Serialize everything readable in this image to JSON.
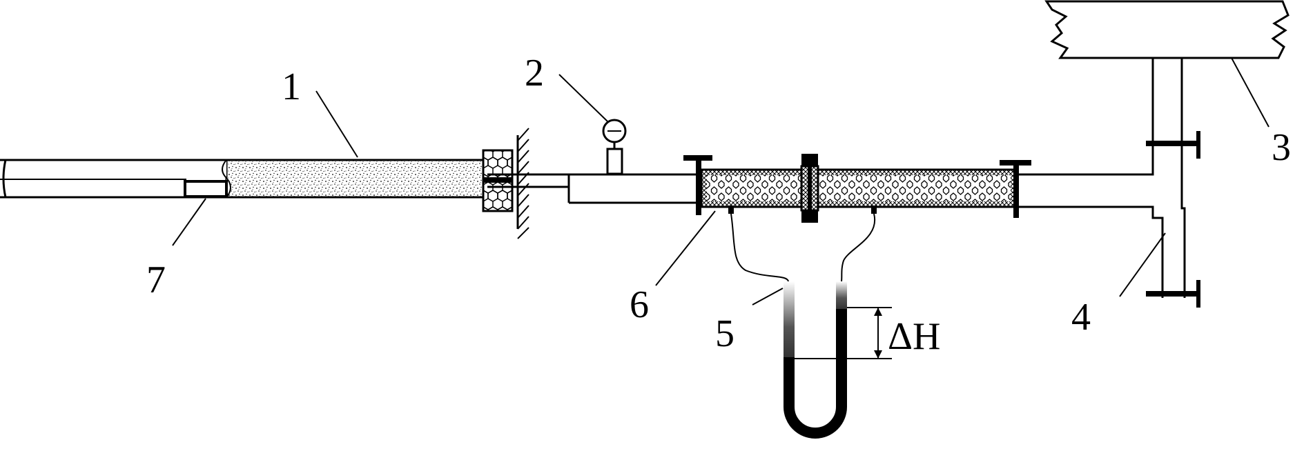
{
  "labels": {
    "l1": "1",
    "l2": "2",
    "l3": "3",
    "l4": "4",
    "l5": "5",
    "l6": "6",
    "l7": "7",
    "dh": "ΔH"
  }
}
